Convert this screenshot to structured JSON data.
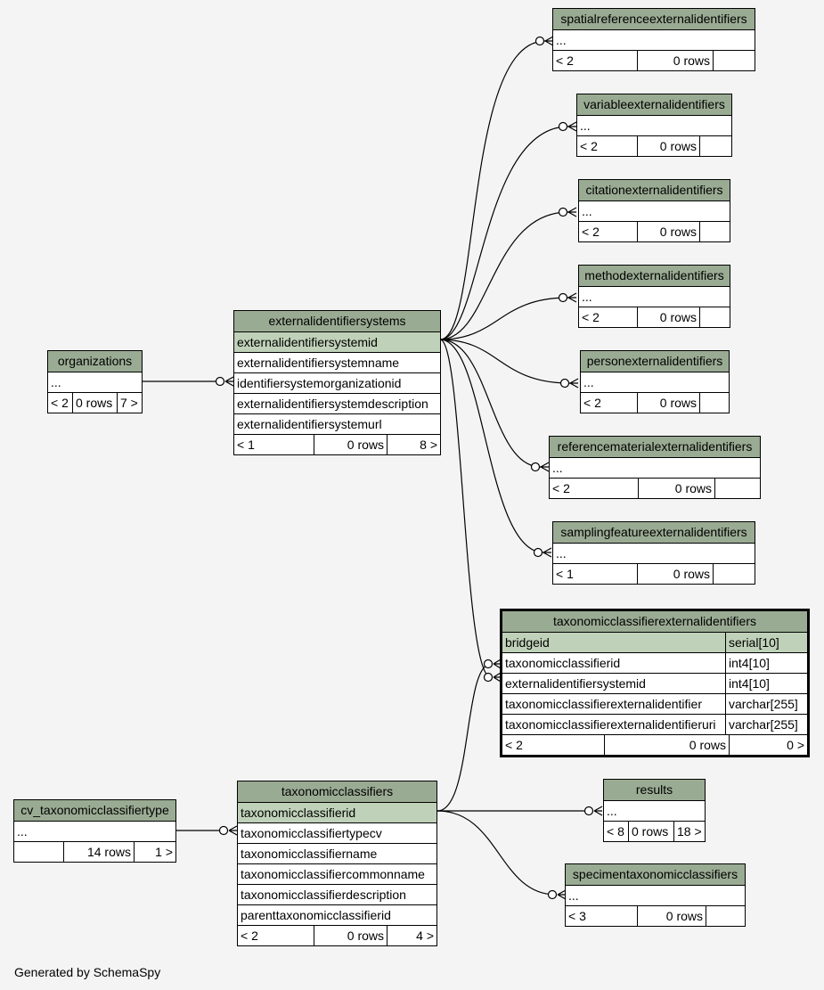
{
  "tables": {
    "spatialreferenceexternalidentifiers": {
      "name": "spatialreferenceexternalidentifiers",
      "rows": [
        "..."
      ],
      "footer": [
        "< 2",
        "0 rows",
        ""
      ]
    },
    "variableexternalidentifiers": {
      "name": "variableexternalidentifiers",
      "rows": [
        "..."
      ],
      "footer": [
        "< 2",
        "0 rows",
        ""
      ]
    },
    "citationexternalidentifiers": {
      "name": "citationexternalidentifiers",
      "rows": [
        "..."
      ],
      "footer": [
        "< 2",
        "0 rows",
        ""
      ]
    },
    "methodexternalidentifiers": {
      "name": "methodexternalidentifiers",
      "rows": [
        "..."
      ],
      "footer": [
        "< 2",
        "0 rows",
        ""
      ]
    },
    "personexternalidentifiers": {
      "name": "personexternalidentifiers",
      "rows": [
        "..."
      ],
      "footer": [
        "< 2",
        "0 rows",
        ""
      ]
    },
    "referencematerialexternalidentifiers": {
      "name": "referencematerialexternalidentifiers",
      "rows": [
        "..."
      ],
      "footer": [
        "< 2",
        "0 rows",
        ""
      ]
    },
    "samplingfeatureexternalidentifiers": {
      "name": "samplingfeatureexternalidentifiers",
      "rows": [
        "..."
      ],
      "footer": [
        "< 1",
        "0 rows",
        ""
      ]
    },
    "organizations": {
      "name": "organizations",
      "rows": [
        "..."
      ],
      "footer": [
        "< 2",
        "0 rows",
        "7 >"
      ]
    },
    "externalidentifiersystems": {
      "name": "externalidentifiersystems",
      "rows": [
        "externalidentifiersystemid",
        "externalidentifiersystemname",
        "identifiersystemorganizationid",
        "externalidentifiersystemdescription",
        "externalidentifiersystemurl"
      ],
      "footer": [
        "< 1",
        "0 rows",
        "8 >"
      ]
    },
    "taxonomicclassifierexternalidentifiers": {
      "name": "taxonomicclassifierexternalidentifiers",
      "rows": [
        {
          "col": "bridgeid",
          "type": "serial[10]"
        },
        {
          "col": "taxonomicclassifierid",
          "type": "int4[10]"
        },
        {
          "col": "externalidentifiersystemid",
          "type": "int4[10]"
        },
        {
          "col": "taxonomicclassifierexternalidentifier",
          "type": "varchar[255]"
        },
        {
          "col": "taxonomicclassifierexternalidentifieruri",
          "type": "varchar[255]"
        }
      ],
      "footer": [
        "< 2",
        "0 rows",
        "0 >"
      ]
    },
    "cv_taxonomicclassifiertype": {
      "name": "cv_taxonomicclassifiertype",
      "rows": [
        "..."
      ],
      "footer": [
        "",
        "14 rows",
        "1 >"
      ]
    },
    "taxonomicclassifiers": {
      "name": "taxonomicclassifiers",
      "rows": [
        "taxonomicclassifierid",
        "taxonomicclassifiertypecv",
        "taxonomicclassifiername",
        "taxonomicclassifiercommonname",
        "taxonomicclassifierdescription",
        "parenttaxonomicclassifierid"
      ],
      "footer": [
        "< 2",
        "0 rows",
        "4 >"
      ]
    },
    "results": {
      "name": "results",
      "rows": [
        "..."
      ],
      "footer": [
        "< 8",
        "0 rows",
        "18 >"
      ]
    },
    "specimentaxonomicclassifiers": {
      "name": "specimentaxonomicclassifiers",
      "rows": [
        "..."
      ],
      "footer": [
        "< 3",
        "0 rows",
        ""
      ]
    }
  },
  "footer_text": "Generated by SchemaSpy",
  "colors": {
    "header": "#9aab93",
    "primary_key": "#bfd1b8",
    "background": "#f4f4f4"
  }
}
